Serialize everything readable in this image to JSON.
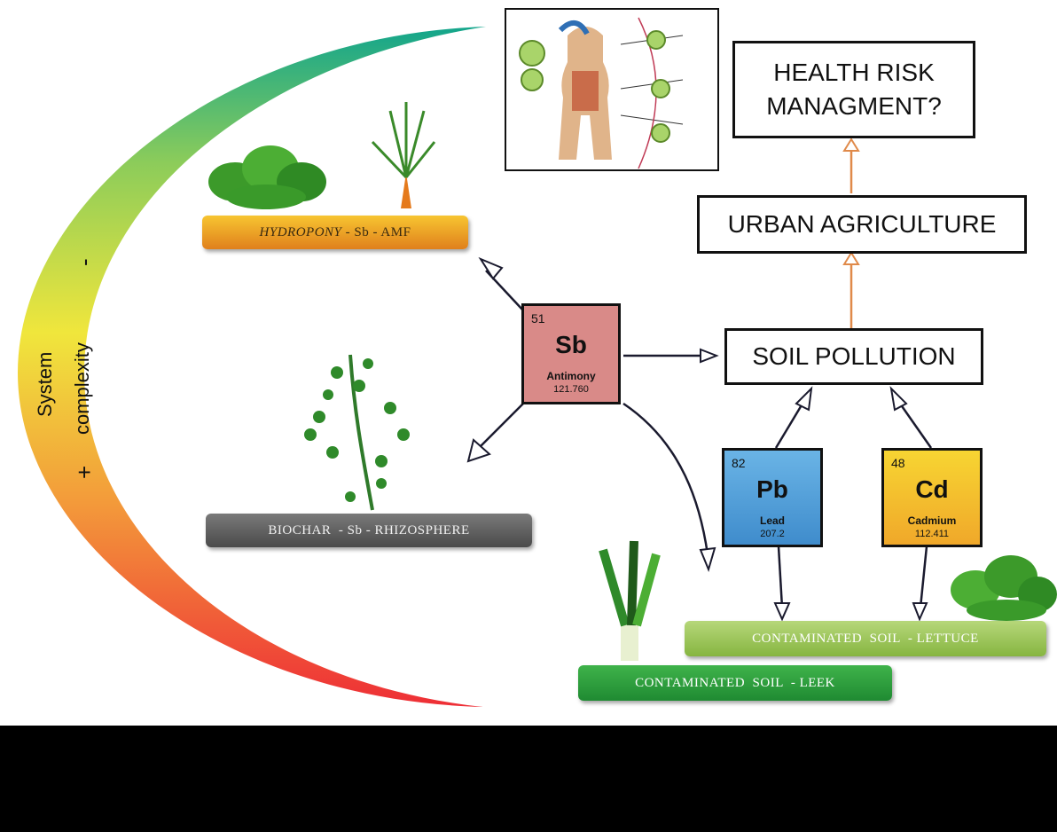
{
  "complexity_axis": {
    "line1": "System",
    "line2": "complexity",
    "plus": "+",
    "minus": "-"
  },
  "boxes": {
    "health": [
      "HEALTH RISK",
      "MANAGMENT?"
    ],
    "urban": "URBAN AGRICULTURE",
    "soil": "SOIL POLLUTION"
  },
  "elements": [
    {
      "number": "51",
      "symbol": "Sb",
      "name": "Antimony",
      "mass": "121.760",
      "color": "#d98a88"
    },
    {
      "number": "82",
      "symbol": "Pb",
      "name": "Lead",
      "mass": "207.2",
      "color": "#5aa6dc"
    },
    {
      "number": "48",
      "symbol": "Cd",
      "name": "Cadmium",
      "mass": "112.411",
      "color": "#f2c42a"
    }
  ],
  "pills": {
    "hydropony": {
      "italic": "HYDROPONY",
      "rest": " - Sb - AMF"
    },
    "biochar": "BIOCHAR  - Sb - RHIZOSPHERE",
    "lettuce": "CONTAMINATED  SOIL  - LETTUCE",
    "leek": "CONTAMINATED  SOIL  - LEEK"
  },
  "colors": {
    "arrow_orange": "#e08a4a",
    "arrow_dark": "#1a1a2e",
    "gradient_top": "#1aa88a",
    "gradient_mid": "#f2e03a",
    "gradient_bottom": "#ee3030"
  }
}
